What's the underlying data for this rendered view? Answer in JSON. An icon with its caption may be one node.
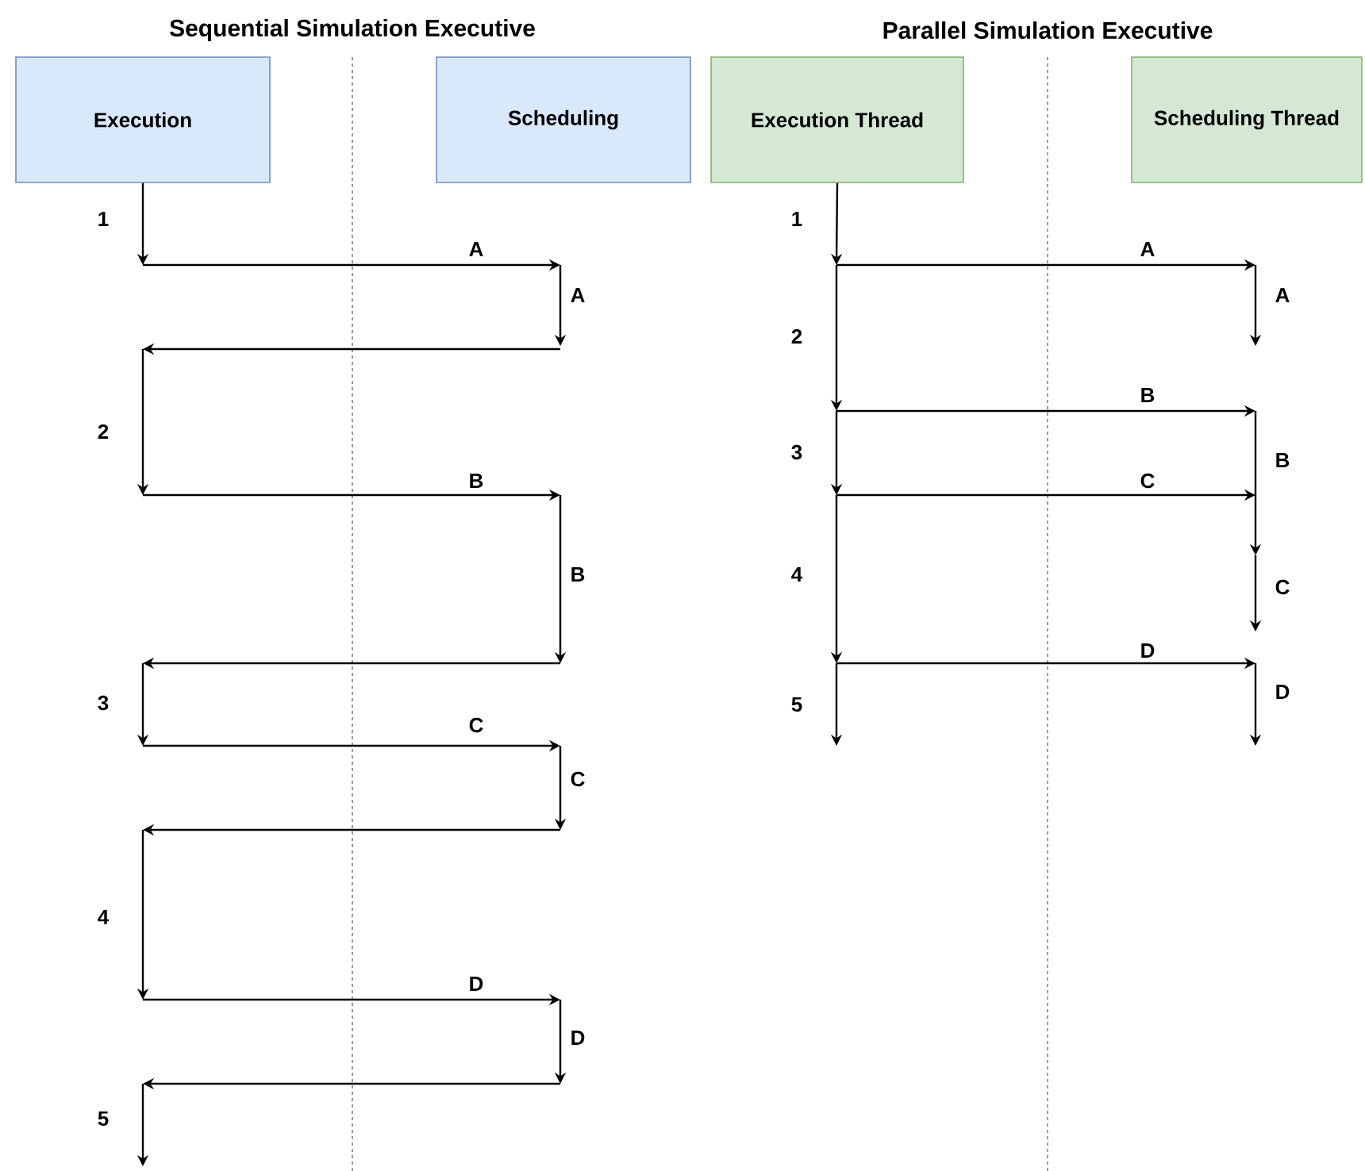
{
  "diagram": {
    "nodes": [
      {
        "text": [
          "Execution"
        ]
      },
      {
        "text": [
          "Scheduling"
        ]
      },
      {
        "text": [
          "Execution Thread"
        ]
      },
      {
        "text": [
          "Scheduling Thread"
        ]
      }
    ],
    "edges": [
      {
        "from": 0,
        "to": null,
        "arrow": "to"
      },
      {
        "from": 2,
        "to": null,
        "arrow": "to"
      }
    ],
    "labels": [
      "Sequential Simulation Executive",
      "Parallel Simulation Executive",
      "1",
      "A",
      "A",
      "2",
      "B",
      "B",
      "3",
      "C",
      "C",
      "4",
      "D",
      "D",
      "5",
      "1",
      "A",
      "A",
      "2",
      "B",
      "B",
      "3",
      "C",
      "C",
      "4",
      "D",
      "D",
      "5"
    ]
  }
}
